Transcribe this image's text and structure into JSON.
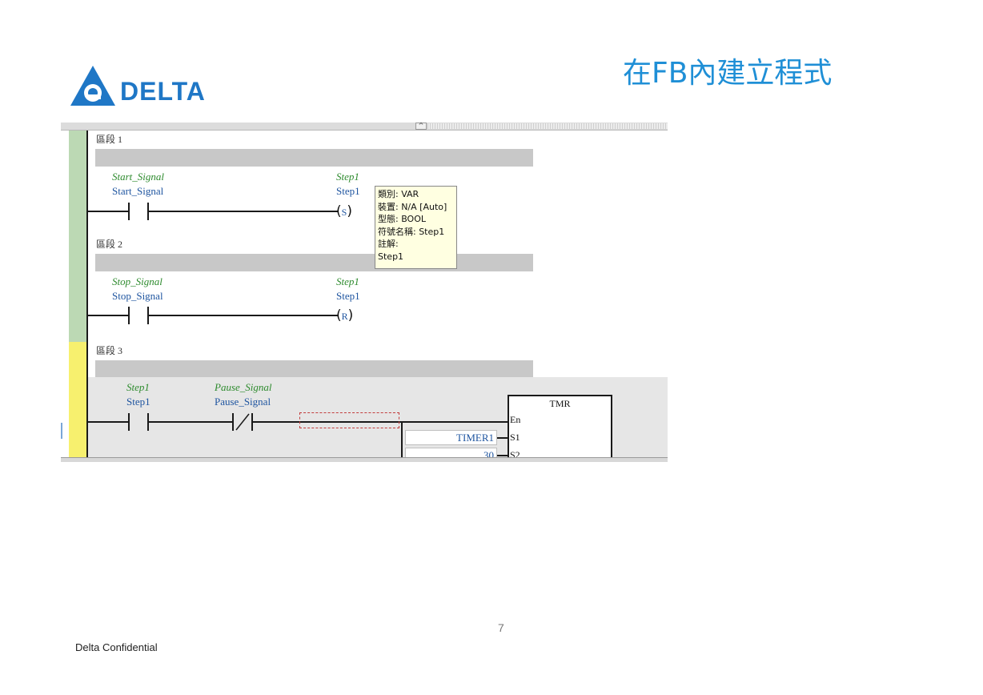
{
  "slide": {
    "title": "在FB內建立程式",
    "brand": "DELTA",
    "page_number": "7",
    "footer": "Delta Confidential"
  },
  "colors": {
    "brand_blue": "#1f77c6",
    "title_blue": "#1f8fd6",
    "label_green": "#2e8b2e",
    "label_blue": "#1f55a0"
  },
  "editor": {
    "segments": [
      {
        "label": "區段 1",
        "contact_comment": "Start_Signal",
        "contact_name": "Start_Signal",
        "coil_comment": "Step1",
        "coil_name": "Step1",
        "coil_type": "S"
      },
      {
        "label": "區段 2",
        "contact_comment": "Stop_Signal",
        "contact_name": "Stop_Signal",
        "coil_comment": "Step1",
        "coil_name": "Step1",
        "coil_type": "R"
      },
      {
        "label": "區段 3",
        "contact1_comment": "Step1",
        "contact1_name": "Step1",
        "contact2_comment": "Pause_Signal",
        "contact2_name": "Pause_Signal",
        "block_name": "TMR",
        "pins": [
          "En",
          "S1",
          "S2"
        ],
        "params": [
          "TIMER1",
          "30"
        ]
      }
    ],
    "tooltip": {
      "line1": "類別: VAR",
      "line2": "裝置: N/A [Auto]",
      "line3": "型態: BOOL",
      "line4": "符號名稱: Step1",
      "line5": "註解:",
      "line6": "Step1"
    }
  }
}
